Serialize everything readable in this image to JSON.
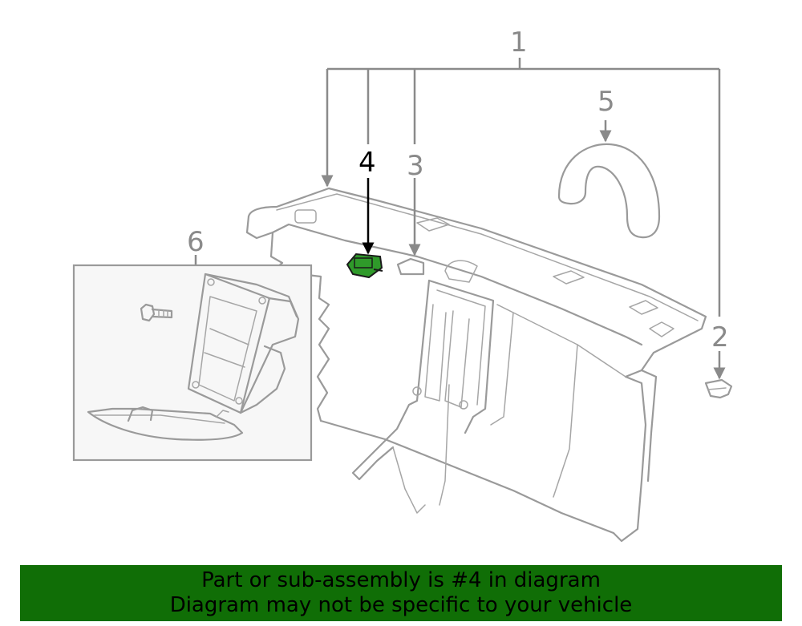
{
  "callouts": {
    "c1": "1",
    "c2": "2",
    "c3": "3",
    "c4": "4",
    "c5": "5",
    "c6": "6"
  },
  "highlight": {
    "part_number": "4",
    "color": "#2f9a2a"
  },
  "banner": {
    "line1": "Part or sub-assembly is #4 in diagram",
    "line2": "Diagram may not be specific to your vehicle",
    "background": "#106e06"
  }
}
